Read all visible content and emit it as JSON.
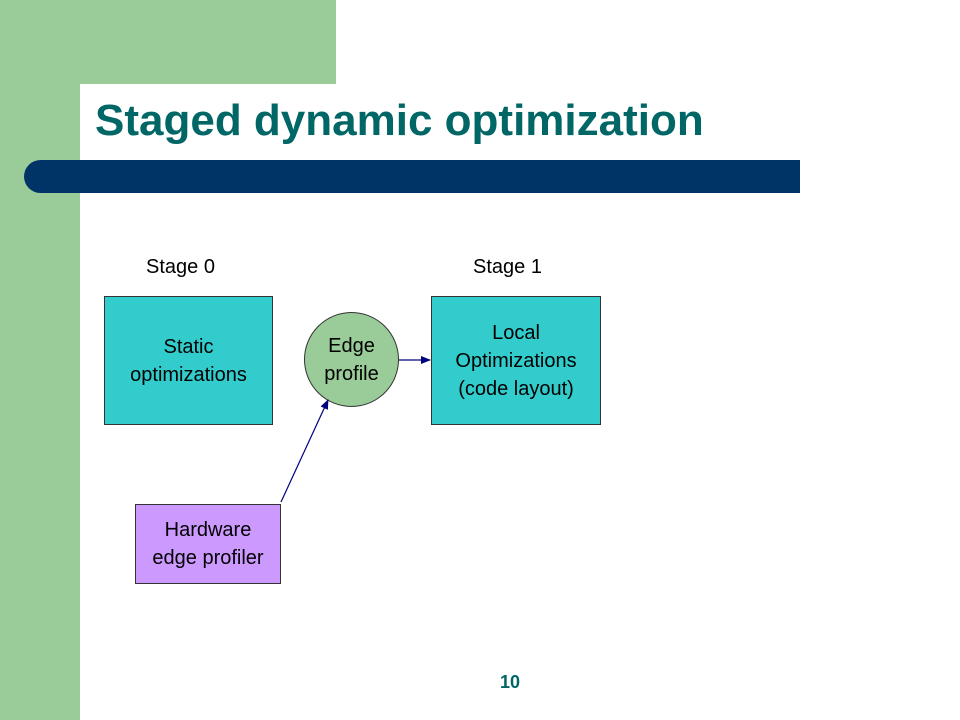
{
  "slide": {
    "title": "Staged dynamic optimization",
    "page_number": "10"
  },
  "diagram": {
    "stages": [
      {
        "label": "Stage 0"
      },
      {
        "label": "Stage 1"
      }
    ],
    "nodes": {
      "static": {
        "text": "Static\noptimizations",
        "shape": "rectangle",
        "color": "#33cccc"
      },
      "edge_profile": {
        "text": "Edge\nprofile",
        "shape": "circle",
        "color": "#99cc99"
      },
      "local": {
        "text": "Local\nOptimizations\n(code layout)",
        "shape": "rectangle",
        "color": "#33cccc"
      },
      "hardware": {
        "text": "Hardware\nedge profiler",
        "shape": "rectangle",
        "color": "#cc99ff"
      }
    },
    "edges": [
      {
        "from": "hardware",
        "to": "edge_profile"
      },
      {
        "from": "edge_profile",
        "to": "local"
      }
    ]
  },
  "theme": {
    "sidebar_color": "#99cc99",
    "title_bar_color": "#003366",
    "title_color": "#006666"
  }
}
